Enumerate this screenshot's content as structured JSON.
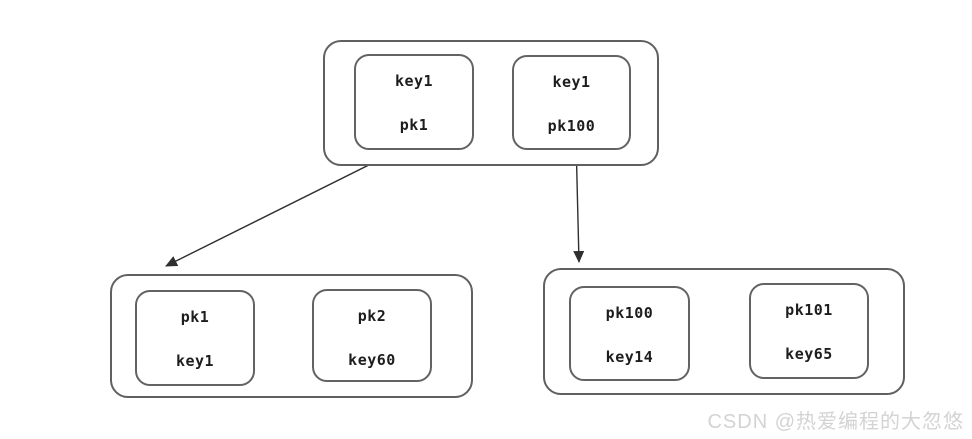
{
  "diagram": {
    "description_labels": {
      "top_group": {
        "nodes": [
          {
            "line1": "key1",
            "line2": "pk1"
          },
          {
            "line1": "key1",
            "line2": "pk100"
          }
        ]
      },
      "bottom_left_group": {
        "nodes": [
          {
            "line1": "pk1",
            "line2": "key1"
          },
          {
            "line1": "pk2",
            "line2": "key60"
          }
        ]
      },
      "bottom_right_group": {
        "nodes": [
          {
            "line1": "pk100",
            "line2": "key14"
          },
          {
            "line1": "pk101",
            "line2": "key65"
          }
        ]
      }
    },
    "arrows": [
      {
        "from": "top-node-pk1",
        "to": "bottom-left-group"
      },
      {
        "from": "top-node-pk100",
        "to": "bottom-right-group"
      }
    ]
  },
  "colors": {
    "box_border": "#606060",
    "node_border": "#636363",
    "text": "#1d1d1d",
    "arrow": "#2f2f2f",
    "watermark": "#d3d3d3",
    "background": "#ffffff"
  },
  "watermark": {
    "text": "CSDN @热爱编程的大忽悠"
  }
}
